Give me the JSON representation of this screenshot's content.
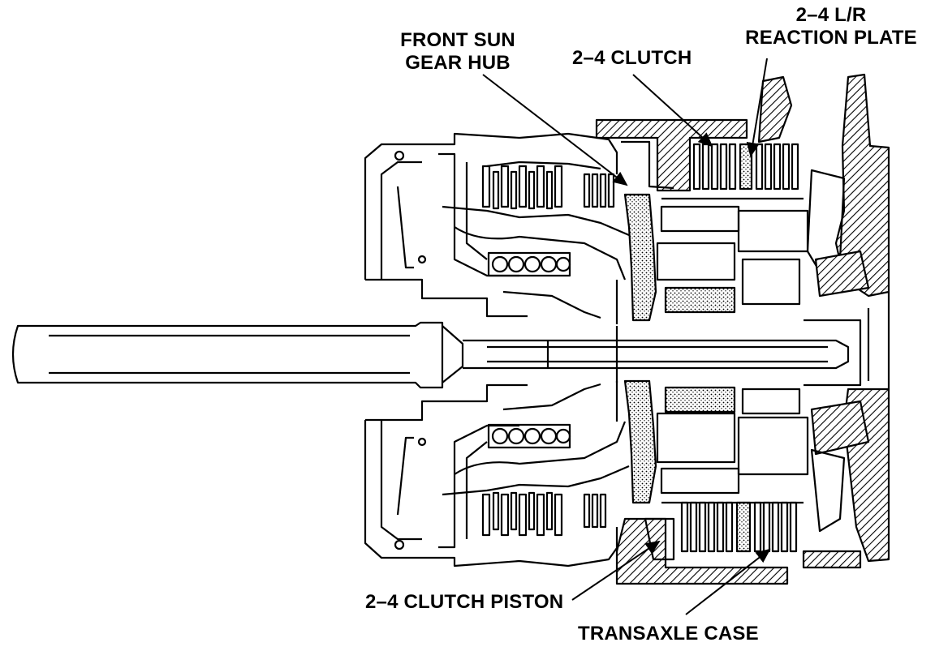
{
  "labels": {
    "front_sun_gear_hub": {
      "line1": "FRONT SUN",
      "line2": "GEAR HUB"
    },
    "clutch_2_4": "2–4 CLUTCH",
    "lr_reaction_plate": {
      "line1": "2–4 L/R",
      "line2": "REACTION PLATE"
    },
    "clutch_piston_2_4": "2–4 CLUTCH PISTON",
    "transaxle_case": "TRANSAXLE CASE"
  },
  "colors": {
    "ink": "#000000",
    "paper": "#ffffff",
    "stipple": "#000000"
  }
}
